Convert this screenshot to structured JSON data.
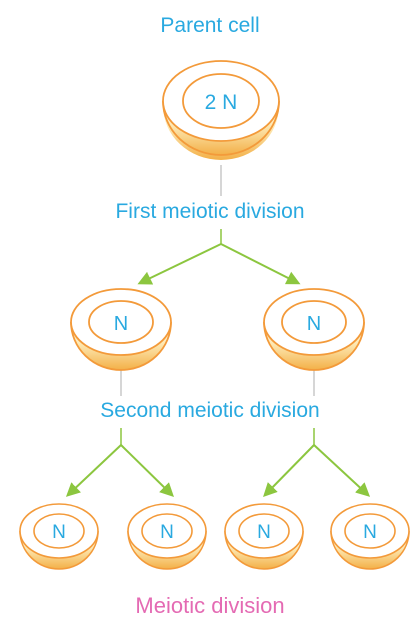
{
  "title": "Parent cell",
  "parent_cell": {
    "label": "2 N"
  },
  "first_division_label": "First meiotic division",
  "second_division_label": "Second meiotic division",
  "daughter_cells": [
    {
      "label": "N"
    },
    {
      "label": "N"
    }
  ],
  "granddaughter_cells": [
    {
      "label": "N"
    },
    {
      "label": "N"
    },
    {
      "label": "N"
    },
    {
      "label": "N"
    }
  ],
  "caption": "Meiotic division",
  "colors": {
    "label_text": "#29a9e0",
    "caption_text": "#e46ab3",
    "arrow": "#8cc63f",
    "cell_outline": "#f39a3a",
    "cell_fill_light": "#fde9b4",
    "cell_fill_dark": "#f3b048",
    "stem": "#c9c9c9"
  }
}
